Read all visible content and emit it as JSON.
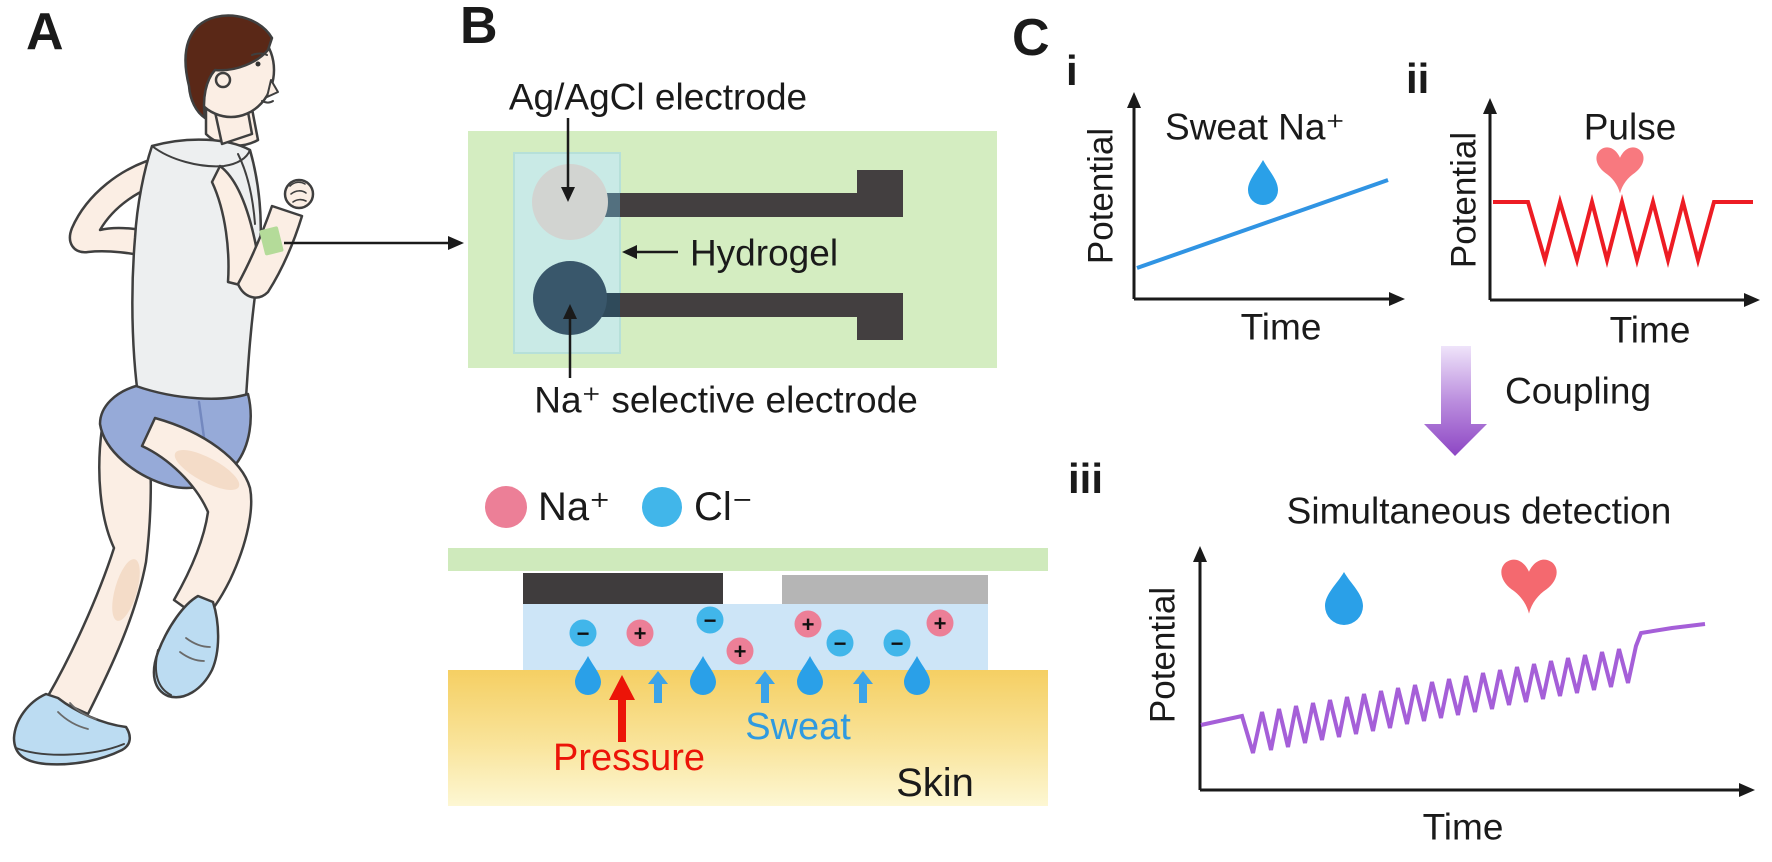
{
  "figure_description": "Schematic of a wearable hydrogel sensor on a runner for coupled sweat Na+ and pulse detection",
  "panel_a": {
    "label": "A",
    "illustration": "running man with green sensor patch on forearm",
    "patch_color": "#b4db99"
  },
  "panel_b": {
    "label": "B",
    "top_electrode_label": "Ag/AgCl electrode",
    "hydrogel_label": "Hydrogel",
    "bottom_electrode_label": "Na⁺ selective electrode",
    "legend": {
      "na": "Na⁺",
      "cl": "Cl⁻"
    },
    "cross_section": {
      "pressure_label": "Pressure",
      "sweat_label": "Sweat",
      "skin_label": "Skin",
      "ions": [
        {
          "sign": "−"
        },
        {
          "sign": "+"
        },
        {
          "sign": "−"
        },
        {
          "sign": "+"
        },
        {
          "sign": "+"
        },
        {
          "sign": "−"
        },
        {
          "sign": "−"
        },
        {
          "sign": "+"
        }
      ]
    }
  },
  "panel_c": {
    "label": "C",
    "coupling_label": "Coupling",
    "plots": [
      {
        "index": "i",
        "title": "Sweat Na⁺",
        "xlabel": "Time",
        "ylabel": "Potential",
        "waveform": "straight rising line",
        "color": "#3094e3",
        "icon": "water-drop"
      },
      {
        "index": "ii",
        "title": "Pulse",
        "xlabel": "Time",
        "ylabel": "Potential",
        "waveform": "flat baseline, six-valley zigzag, flat baseline",
        "color": "#ed1c24",
        "icon": "heart"
      },
      {
        "index": "iii",
        "title": "Simultaneous detection",
        "xlabel": "Time",
        "ylabel": "Potential",
        "waveform": "rising sawtooth (~23 teeth) ending with upward step to flat segment",
        "color": "#a55fd8",
        "icon": "water-drop + heart"
      }
    ]
  },
  "colors": {
    "board_green": "#d4edc1",
    "hydrogel": "#c9eae6",
    "agcl_silver": "#d2d4d1",
    "na_electrode_dark": "#39576b",
    "trace_dark": "#433f40",
    "gray_electrode": "#b5b5b5",
    "ion_na_pink": "#ec7f97",
    "ion_cl_blue": "#41b6ea",
    "sweat_drop_blue": "#2aa0e8",
    "pressure_red": "#ec1408",
    "skin_top": "#f5cf63",
    "skin_bottom": "#fdf7d3",
    "sweat_layer_blue": "#cde5f7",
    "line_blue": "#3094e3",
    "line_red": "#ed1c24",
    "heart_red": "#f8797f",
    "line_purple": "#a55fd8",
    "coupling_purple": "#8d46c4",
    "shoe_blue": "#bcdcf2",
    "shorts_blue": "#96aad8",
    "hair_brown": "#5a2817",
    "skin_tone": "#fbeee4"
  }
}
